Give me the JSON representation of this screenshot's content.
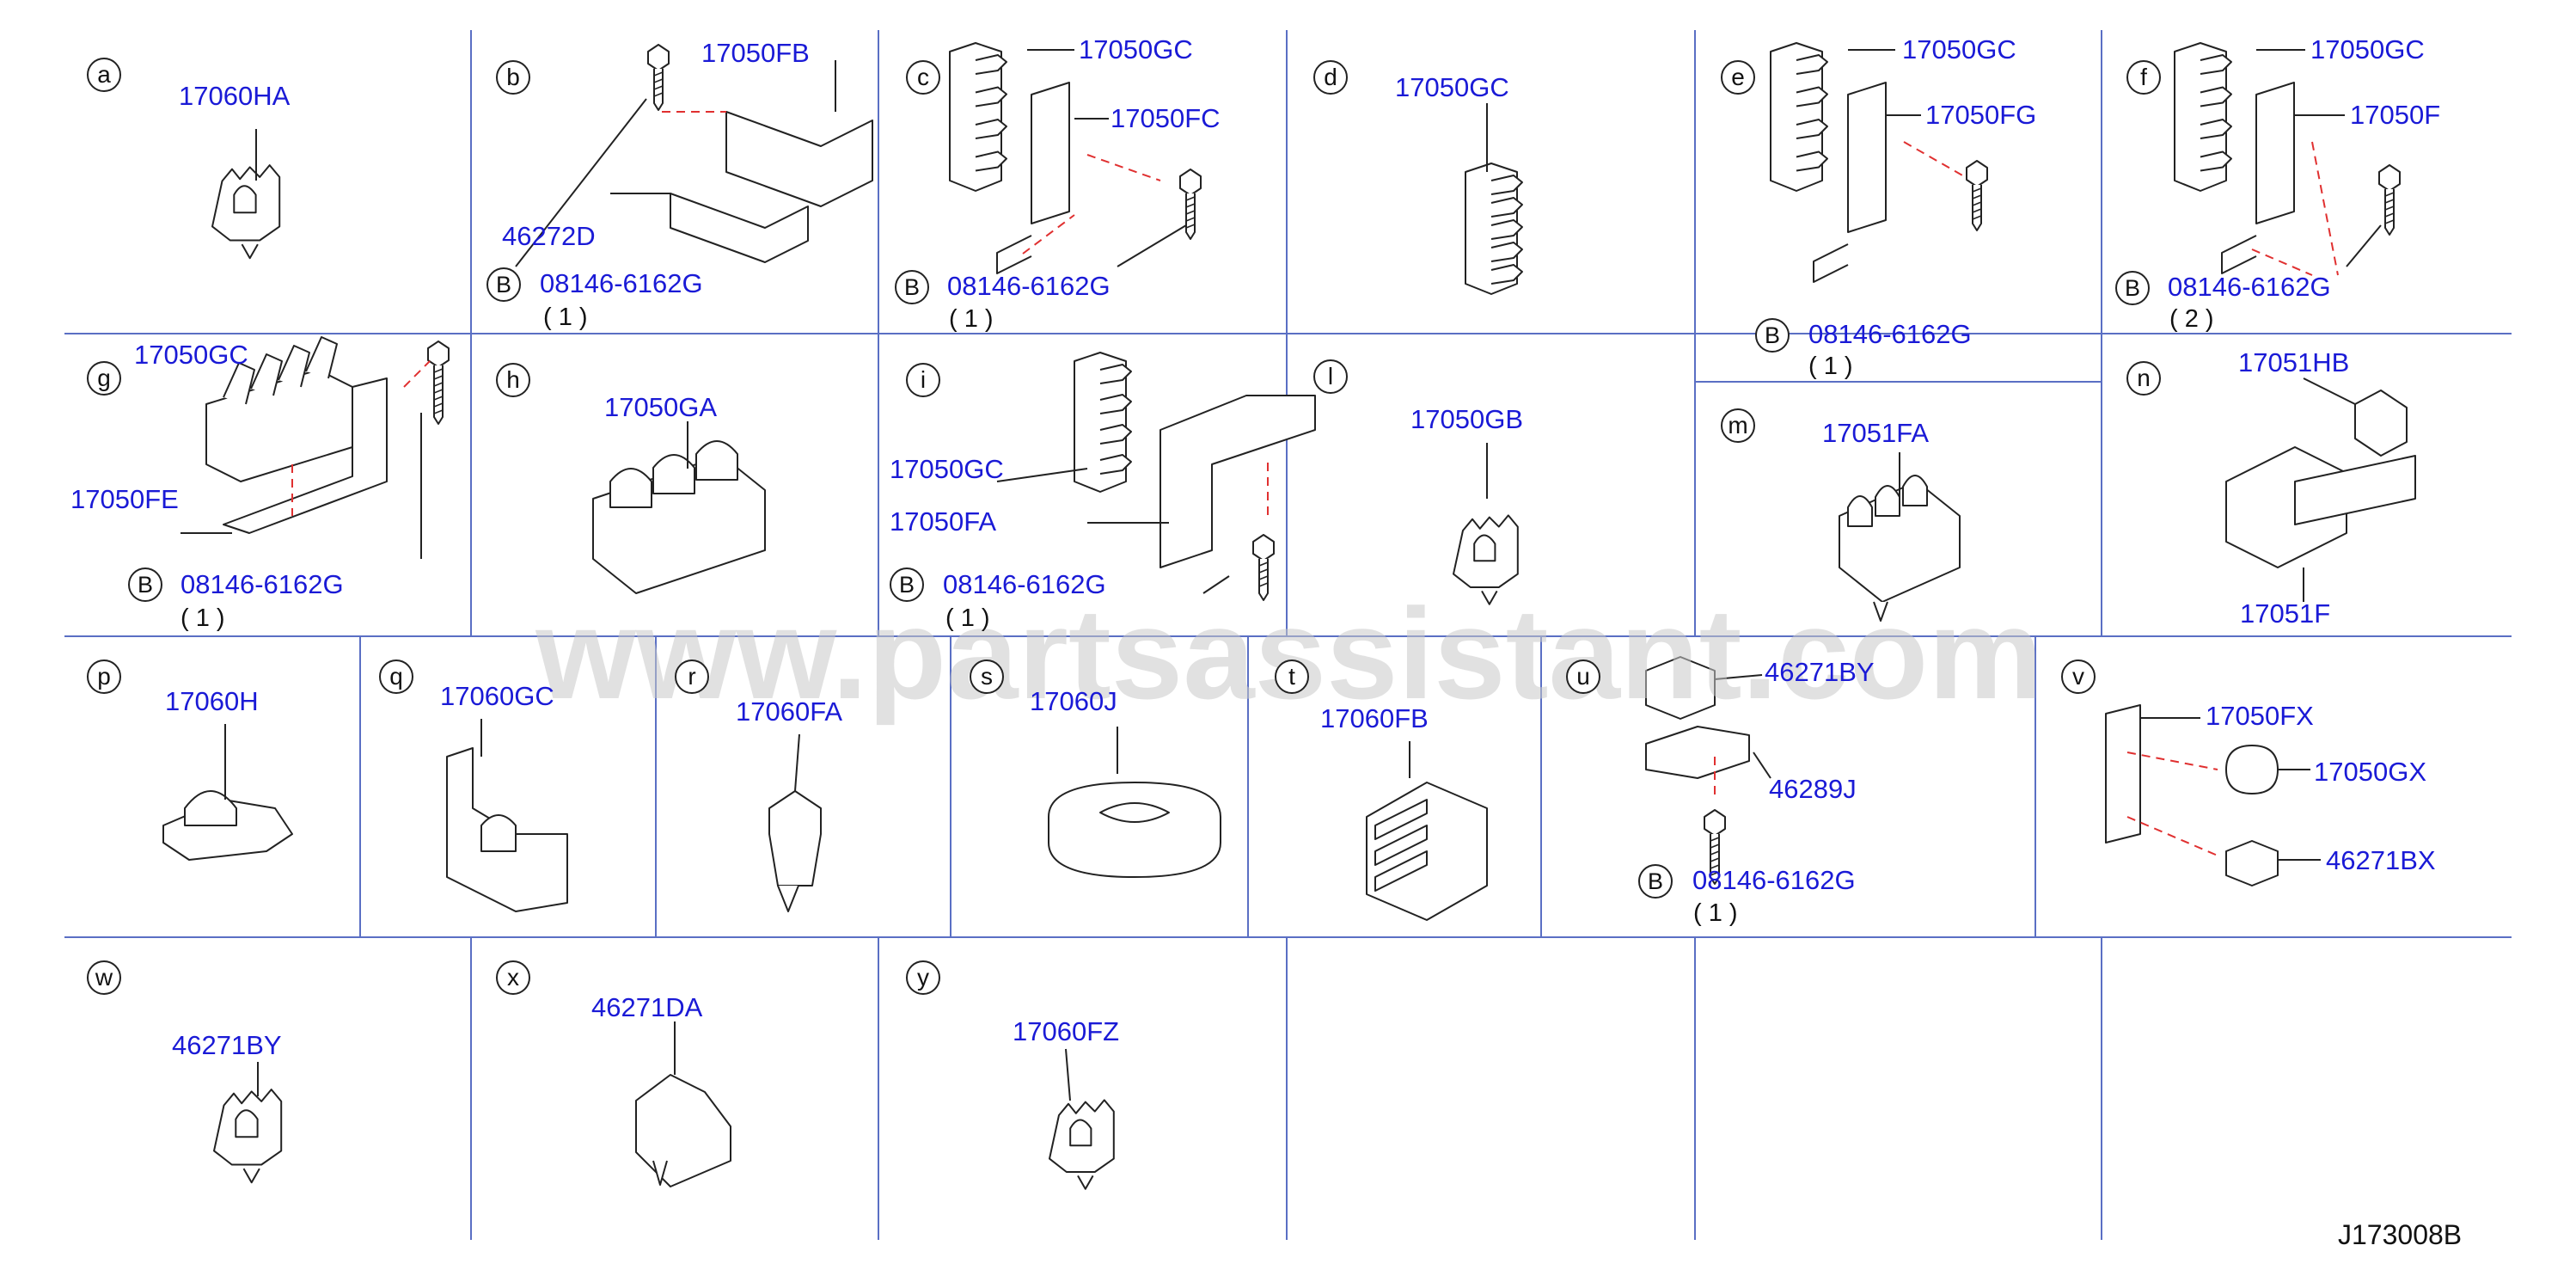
{
  "colors": {
    "grid": "#5a6fc4",
    "label": "#1a1ad6",
    "ink": "#222222",
    "leader_dashed": "#e03030",
    "watermark": "#c8c8c8"
  },
  "watermark": "www.partsassistant.com",
  "drawing_code": "J173008B",
  "cells": [
    {
      "id": "a",
      "labels": [
        "17060HA"
      ]
    },
    {
      "id": "b",
      "labels": [
        "17050FB",
        "46272D"
      ],
      "bolt": {
        "code": "08146-6162G",
        "qty": "( 1 )"
      }
    },
    {
      "id": "c",
      "labels": [
        "17050GC",
        "17050FC"
      ],
      "bolt": {
        "code": "08146-6162G",
        "qty": "( 1 )"
      }
    },
    {
      "id": "d",
      "labels": [
        "17050GC"
      ]
    },
    {
      "id": "e",
      "labels": [
        "17050GC",
        "17050FG"
      ],
      "bolt": {
        "code": "08146-6162G",
        "qty": "( 1 )"
      }
    },
    {
      "id": "f",
      "labels": [
        "17050GC",
        "17050F"
      ],
      "bolt": {
        "code": "08146-6162G",
        "qty": "( 2 )"
      }
    },
    {
      "id": "g",
      "labels": [
        "17050GC",
        "17050FE"
      ],
      "bolt": {
        "code": "08146-6162G",
        "qty": "( 1 )"
      }
    },
    {
      "id": "h",
      "labels": [
        "17050GA"
      ]
    },
    {
      "id": "i",
      "labels": [
        "17050GC",
        "17050FA"
      ],
      "bolt": {
        "code": "08146-6162G",
        "qty": "( 1 )"
      }
    },
    {
      "id": "l",
      "labels": [
        "17050GB"
      ]
    },
    {
      "id": "m",
      "labels": [
        "17051FA"
      ]
    },
    {
      "id": "n",
      "labels": [
        "17051HB",
        "17051F"
      ]
    },
    {
      "id": "p",
      "labels": [
        "17060H"
      ]
    },
    {
      "id": "q",
      "labels": [
        "17060GC"
      ]
    },
    {
      "id": "r",
      "labels": [
        "17060FA"
      ]
    },
    {
      "id": "s",
      "labels": [
        "17060J"
      ]
    },
    {
      "id": "t",
      "labels": [
        "17060FB"
      ]
    },
    {
      "id": "u",
      "labels": [
        "46271BY",
        "46289J"
      ],
      "bolt": {
        "code": "08146-6162G",
        "qty": "( 1 )"
      }
    },
    {
      "id": "v",
      "labels": [
        "17050FX",
        "17050GX",
        "46271BX"
      ]
    },
    {
      "id": "w",
      "labels": [
        "46271BY"
      ]
    },
    {
      "id": "x",
      "labels": [
        "46271DA"
      ]
    },
    {
      "id": "y",
      "labels": [
        "17060FZ"
      ]
    }
  ],
  "bolt_badge": "B"
}
